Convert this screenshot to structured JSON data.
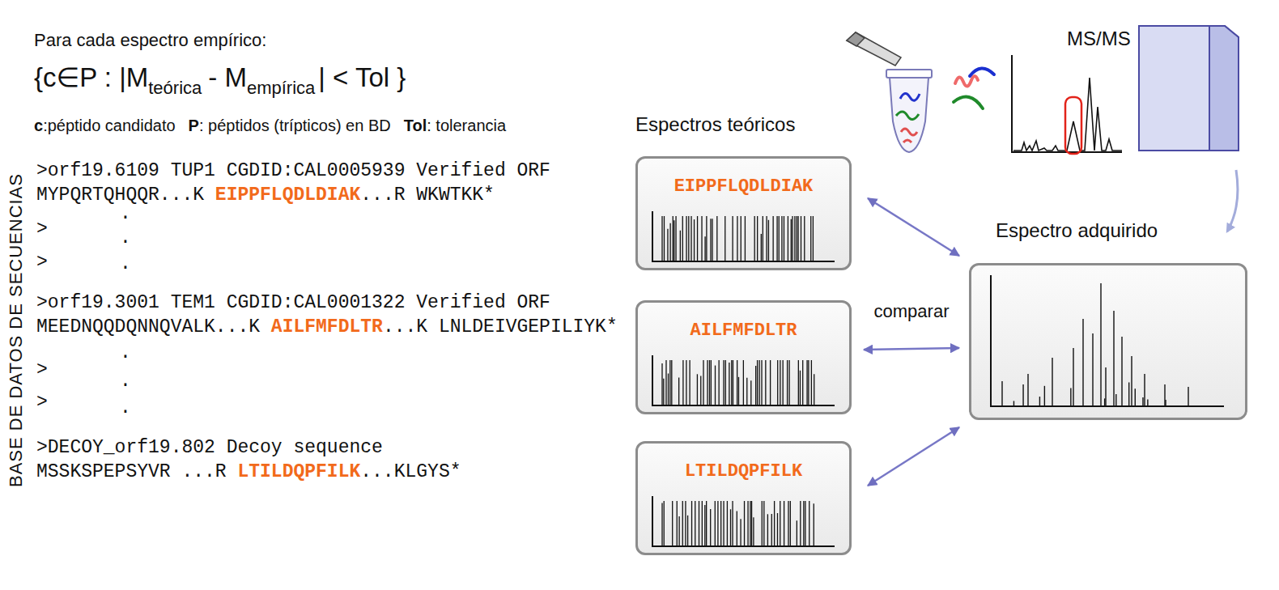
{
  "diagram": {
    "nodes": [
      {
        "text": [
          "EIPPFLQDLDIAK"
        ]
      },
      {
        "text": [
          "AILFMFDLTR"
        ]
      },
      {
        "text": [
          "LTILDQPFILK"
        ]
      },
      {
        "text": [
          "Espectro adquirido"
        ]
      }
    ],
    "edges": [
      {
        "from": 0,
        "to": 3,
        "arrow": "both"
      },
      {
        "from": 1,
        "to": 3,
        "arrow": "both",
        "label": "comparar"
      },
      {
        "from": 2,
        "to": 3,
        "arrow": "both"
      }
    ],
    "labels": [
      "Para cada espectro empírico:",
      "{c∈P : |M",
      "teórica",
      "- M",
      "empírica",
      "| < Tol }",
      "c",
      ":péptido candidato",
      "P",
      ": péptidos (trípticos) en BD",
      "Tol",
      ": tolerancia",
      "BASE DE DATOS DE SECUENCIAS",
      ">orf19.6109 TUP1 CGDID:CAL0005939 Verified ORF",
      "MYPQRTQHQQR...K",
      "EIPPFLQDLDIAK",
      "...R WKWTKK*",
      ".",
      ">",
      ".",
      ">",
      ".",
      ">orf19.3001 TEM1 CGDID:CAL0001322 Verified ORF",
      "MEEDNQQDQNNQVALK...K",
      "AILFMFDLTR",
      "...K LNLDEIVGEPILIYK*",
      ".",
      ">",
      ".",
      ">",
      ".",
      ">DECOY_orf19.802 Decoy sequence",
      "MSSKSPEPSYVR ...R",
      "LTILDQPFILK",
      "...KLGYS*",
      "Espectros teóricos",
      "MS/MS"
    ]
  }
}
